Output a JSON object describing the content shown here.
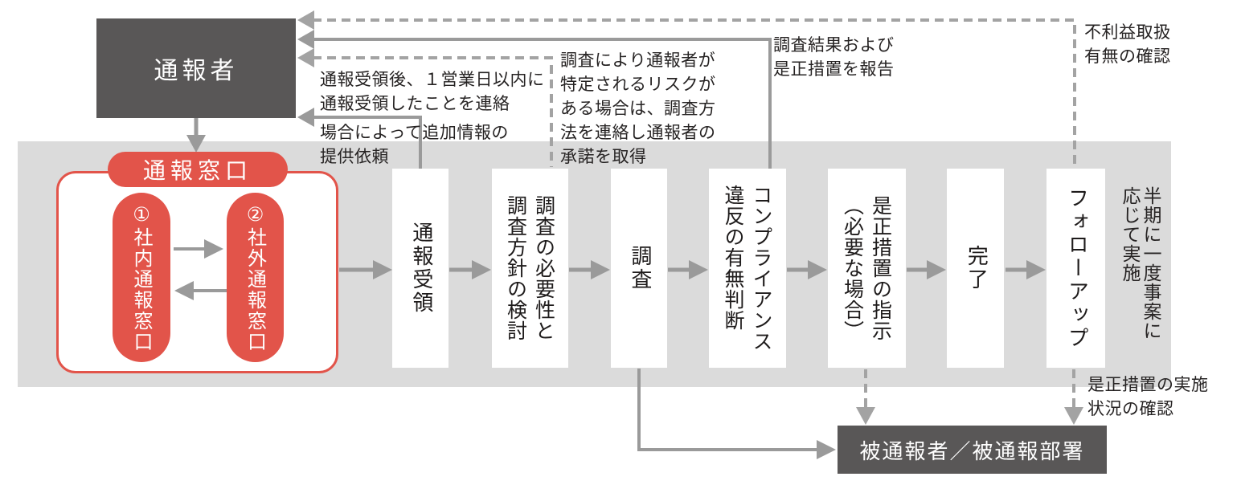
{
  "palette": {
    "red": "#e2544a",
    "dark_gray": "#595757",
    "band_gray": "#dbdbdb",
    "arrow_gray": "#9a9a9a",
    "dash_gray": "#a3a3a3",
    "text": "#262323"
  },
  "reporter": {
    "label": "通報者"
  },
  "hotline": {
    "title": "通報窓口",
    "internal": "①社内通報窓口",
    "external": "②社外通報窓口"
  },
  "steps": [
    "通報受領",
    "調査の必要性と\n調査方針の検討",
    "調査",
    "コンプライアンス\n違反の有無判断",
    "是正措置の指示\n（必要な場合）",
    "完了",
    "フォローアップ"
  ],
  "subject": {
    "label": "被通報者／被通報部署"
  },
  "notes": {
    "ack": "通報受領後、１営業日以内に\n通報受領したことを連絡",
    "extra_info": "場合によって追加情報の\n提供依頼",
    "risk": "調査により通報者が\n特定されるリスクが\nある場合は、調査方\n法を連絡し通報者の\n承諾を取得",
    "report": "調査結果および\n是正措置を報告",
    "detriment_check": "不利益取扱\n有無の確認",
    "status_check": "是正措置の実施\n状況の確認",
    "followup_timing": "半期に一度事案に\n応じて実施"
  }
}
